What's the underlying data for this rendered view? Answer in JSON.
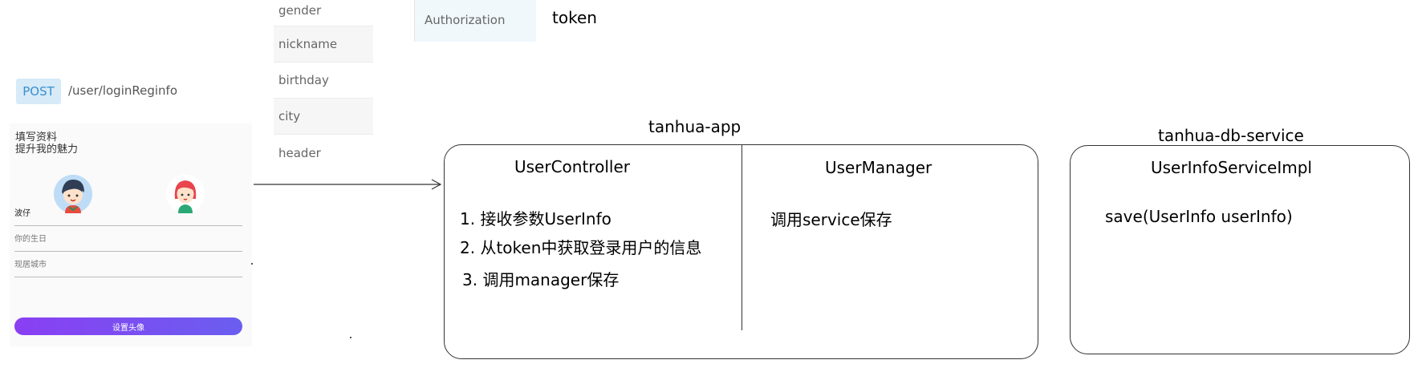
{
  "request_fields": [
    "gender",
    "nickname",
    "birthday",
    "city",
    "header"
  ],
  "header_param": {
    "name": "Authorization",
    "value": "token"
  },
  "endpoint": {
    "method": "POST",
    "path": "/user/loginReginfo"
  },
  "phone": {
    "title_line1": "填写资料",
    "title_line2": "提升我的魅力",
    "field_nickname": "波仔",
    "field_birthday": "你的生日",
    "field_city": "现居城市",
    "button": "设置头像"
  },
  "app_service": {
    "title": "tanhua-app",
    "controller": {
      "name": "UserController",
      "steps": [
        "1. 接收参数UserInfo",
        "2. 从token中获取登录用户的信息",
        "3. 调用manager保存"
      ]
    },
    "manager": {
      "name": "UserManager",
      "steps": [
        "调用service保存"
      ]
    }
  },
  "db_service": {
    "title": "tanhua-db-service",
    "impl": {
      "name": "UserInfoServiceImpl",
      "method": "save(UserInfo  userInfo)"
    }
  },
  "colors": {
    "method_bg": "#d6eaf8",
    "method_text": "#3a8fcc",
    "button_start": "#8a3ff2",
    "button_end": "#6a5ef0"
  }
}
